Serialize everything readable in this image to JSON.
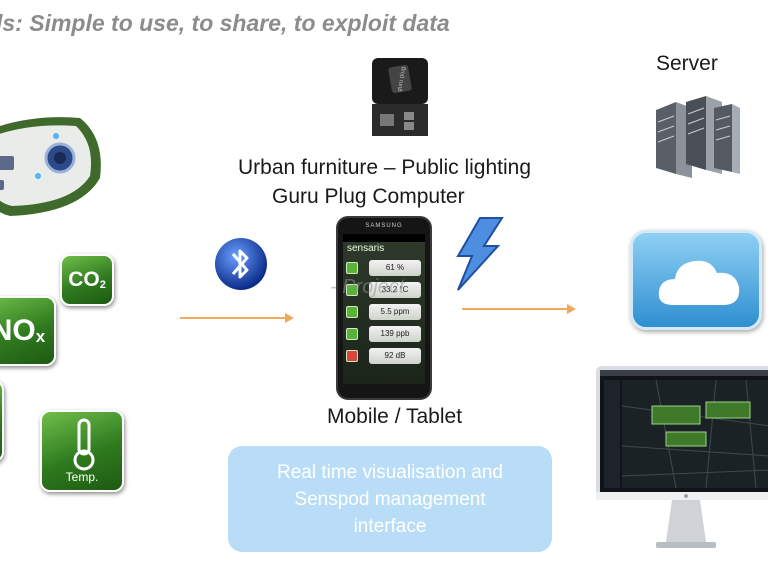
{
  "title": "ls: Simple to use, to share, to exploit data",
  "labels": {
    "server": "Server",
    "urban": "Urban furniture – Public lighting",
    "guru": "Guru Plug Computer",
    "mobile": "Mobile / Tablet"
  },
  "sensors": {
    "co2": "CO",
    "co2_sub": "2",
    "nox": "NO",
    "nox_sub": "x",
    "temp": "Temp."
  },
  "phone": {
    "brand": "SAMSUNG",
    "app_name": "sensaris",
    "readings": [
      "61 %",
      "33.2 °C",
      "5.5 ppm",
      "139 ppb",
      "92 dB"
    ]
  },
  "watermark": "- Project",
  "info_box": {
    "line1": "Real time visualisation and",
    "line2": "Senspod management",
    "line3": "interface"
  },
  "colors": {
    "arrow": "#f0a85a",
    "tile_green": "#2f7a1f",
    "info_box": "#b9ddf7",
    "cloud": "#2f8fd0"
  },
  "icons": [
    "sensor-device",
    "bluetooth-icon",
    "guru-plug-device",
    "lightning-icon",
    "server-icon",
    "cloud-icon",
    "monitor-icon"
  ]
}
